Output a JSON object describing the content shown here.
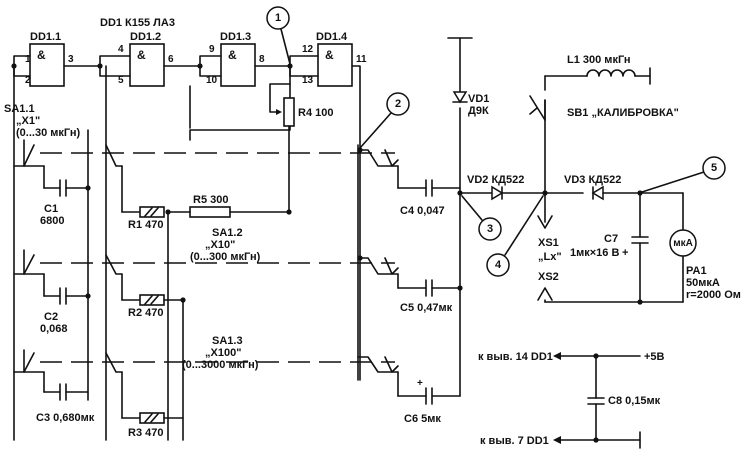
{
  "title": "DD1 К155 ЛА3",
  "gates": [
    {
      "name": "DD1.1",
      "symbol": "&",
      "pin_in_a": "1",
      "pin_in_b": "2",
      "pin_out": "3"
    },
    {
      "name": "DD1.2",
      "symbol": "&",
      "pin_in_a": "4",
      "pin_in_b": "5",
      "pin_out": "6"
    },
    {
      "name": "DD1.3",
      "symbol": "&",
      "pin_in_a": "9",
      "pin_in_b": "10",
      "pin_out": "8"
    },
    {
      "name": "DD1.4",
      "symbol": "&",
      "pin_in_a": "12",
      "pin_in_b": "13",
      "pin_out": "11"
    }
  ],
  "switches": {
    "sa11_name": "SA1.1",
    "sa11_range": "„X1\"",
    "sa11_span": "(0...30 мкГн)",
    "sa12_name": "SA1.2",
    "sa12_range": "„X10\"",
    "sa12_span": "(0...300 мкГн)",
    "sa13_name": "SA1.3",
    "sa13_range": "„X100\"",
    "sa13_span": "(0...3000 мкГн)"
  },
  "components": {
    "c1_name": "C1",
    "c1_value": "6800",
    "c2_name": "C2",
    "c2_value": "0,068",
    "c3": "C3 0,680мк",
    "r1": "R1 470",
    "r2": "R2 470",
    "r3": "R3 470",
    "r4": "R4 100",
    "r5": "R5 300",
    "c4": "C4 0,047",
    "c5": "C5 0,47мк",
    "c6": "C6 5мк",
    "c6_plus": "+",
    "vd1_name": "VD1",
    "vd1_type": "Д9К",
    "vd2": "VD2 КД522",
    "vd3": "VD3 КД522",
    "l1": "L1 300 мкГн",
    "sb1": "SB1 „КАЛИБРОВКА\"",
    "xs1": "XS1",
    "lx": "„Lx\"",
    "xs2": "XS2",
    "c7_name": "C7",
    "c7_value": "1мк×16 В",
    "c7_plus": "+",
    "pa1_symbol": "мкА",
    "pa1_name": "PA1",
    "pa1_current": "50мкА",
    "pa1_resistance": "r=2000 Ом",
    "c8": "C8 0,15мк"
  },
  "power": {
    "v14": "к выв. 14 DD1",
    "v7": "к выв. 7 DD1",
    "plus5": "+5В"
  },
  "callouts": [
    "1",
    "2",
    "3",
    "4",
    "5"
  ]
}
